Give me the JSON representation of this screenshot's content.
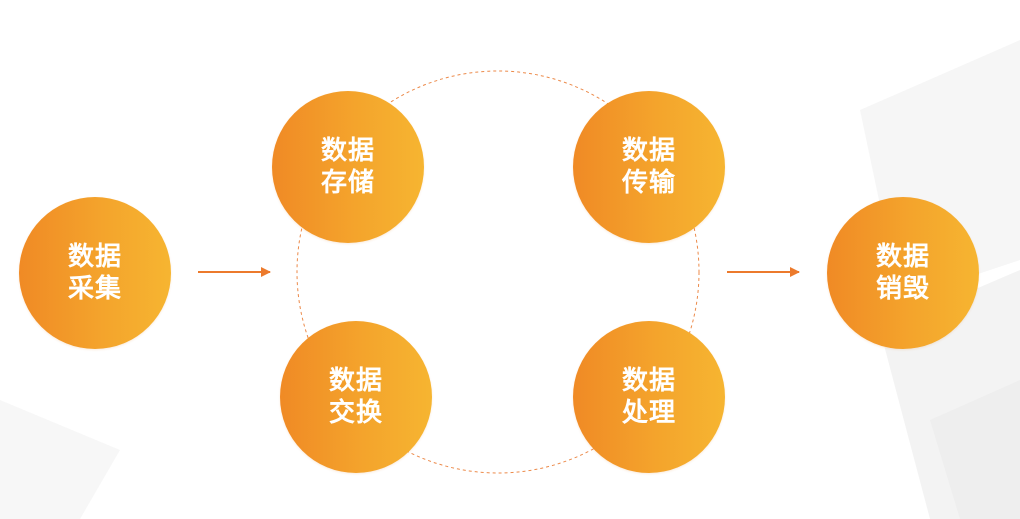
{
  "nodes": {
    "collect": {
      "line1": "数据",
      "line2": "采集"
    },
    "store": {
      "line1": "数据",
      "line2": "存储"
    },
    "transfer": {
      "line1": "数据",
      "line2": "传输"
    },
    "exchange": {
      "line1": "数据",
      "line2": "交换"
    },
    "process": {
      "line1": "数据",
      "line2": "处理"
    },
    "destroy": {
      "line1": "数据",
      "line2": "销毁"
    }
  },
  "colors": {
    "node_gradient_start": "#f08a25",
    "node_gradient_end": "#f6b531",
    "arrow": "#ec7a2c",
    "dashed_ring": "#ec8a4a",
    "node_text": "#ffffff"
  }
}
